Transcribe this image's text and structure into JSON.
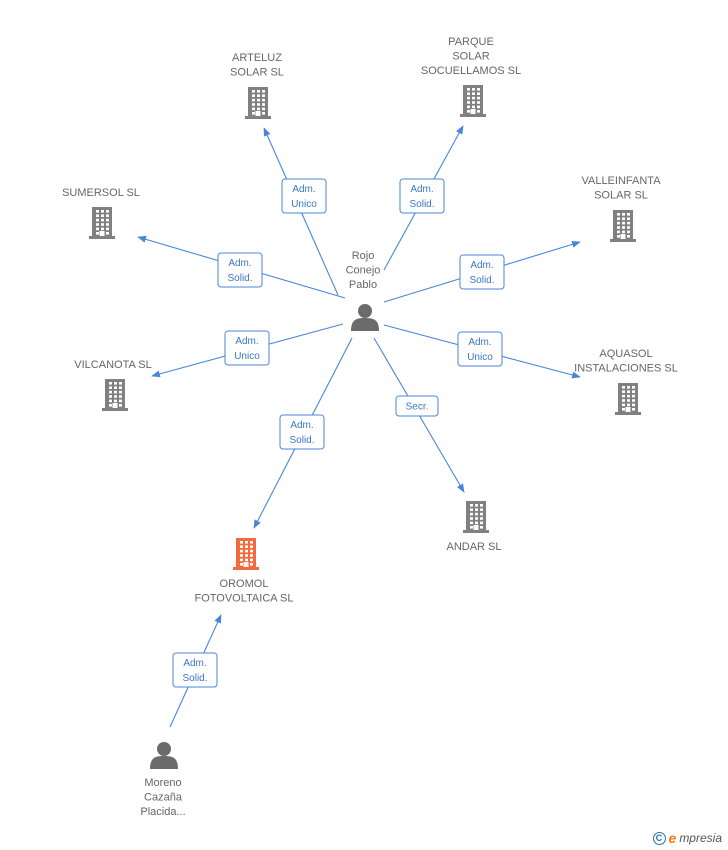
{
  "colors": {
    "edge": "#4a86d8",
    "company": "#808080",
    "focus_company": "#f26a3d",
    "person": "#6b6b6b"
  },
  "nodes": [
    {
      "id": "rojo",
      "kind": "person",
      "lines": [
        "Rojo",
        "Conejo",
        "Pablo"
      ]
    },
    {
      "id": "arteluz",
      "kind": "company",
      "lines": [
        "ARTELUZ",
        "SOLAR SL"
      ]
    },
    {
      "id": "parque",
      "kind": "company",
      "lines": [
        "PARQUE",
        "SOLAR",
        "SOCUELLAMOS SL"
      ]
    },
    {
      "id": "sumersol",
      "kind": "company",
      "lines": [
        "SUMERSOL SL"
      ]
    },
    {
      "id": "valleinfanta",
      "kind": "company",
      "lines": [
        "VALLEINFANTA",
        "SOLAR SL"
      ]
    },
    {
      "id": "vilcanota",
      "kind": "company",
      "lines": [
        "VILCANOTA SL"
      ]
    },
    {
      "id": "aquasol",
      "kind": "company",
      "lines": [
        "AQUASOL",
        "INSTALACIONES SL"
      ]
    },
    {
      "id": "andar",
      "kind": "company",
      "lines": [
        "ANDAR SL"
      ]
    },
    {
      "id": "oromol",
      "kind": "focus_company",
      "lines": [
        "OROMOL",
        "FOTOVOLTAICA SL"
      ]
    },
    {
      "id": "moreno",
      "kind": "person",
      "lines": [
        "Moreno",
        "Cazaña",
        "Placida..."
      ]
    }
  ],
  "edges": [
    {
      "from": "rojo",
      "to": "arteluz",
      "label": [
        "Adm.",
        "Unico"
      ]
    },
    {
      "from": "rojo",
      "to": "parque",
      "label": [
        "Adm.",
        "Solid."
      ]
    },
    {
      "from": "rojo",
      "to": "sumersol",
      "label": [
        "Adm.",
        "Solid."
      ]
    },
    {
      "from": "rojo",
      "to": "valleinfanta",
      "label": [
        "Adm.",
        "Solid."
      ]
    },
    {
      "from": "rojo",
      "to": "vilcanota",
      "label": [
        "Adm.",
        "Unico"
      ]
    },
    {
      "from": "rojo",
      "to": "aquasol",
      "label": [
        "Adm.",
        "Unico"
      ]
    },
    {
      "from": "rojo",
      "to": "oromol",
      "label": [
        "Adm.",
        "Solid."
      ]
    },
    {
      "from": "rojo",
      "to": "andar",
      "label": [
        "Secr."
      ]
    },
    {
      "from": "moreno",
      "to": "oromol",
      "label": [
        "Adm.",
        "Solid."
      ]
    }
  ],
  "brand": {
    "symbol": "C",
    "first_letter": "e",
    "rest": "mpresia"
  }
}
